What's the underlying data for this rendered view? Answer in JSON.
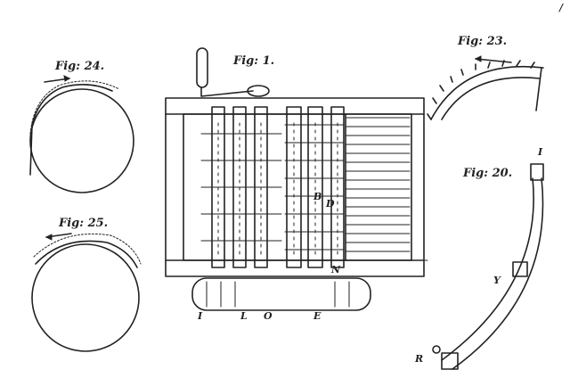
{
  "figures": {
    "fig1": "Fig: 1.",
    "fig24": "Fig: 24.",
    "fig25": "Fig: 25.",
    "fig23": "Fig: 23.",
    "fig20": "Fig: 20."
  },
  "letters": {
    "f1": "I",
    "l1": "L",
    "o1": "O",
    "e1": "E",
    "d1": "D",
    "b1": "B",
    "n1": "N",
    "i1": "I",
    "y1": "Y",
    "r1": "R"
  },
  "marks": {
    "corner": "/"
  }
}
